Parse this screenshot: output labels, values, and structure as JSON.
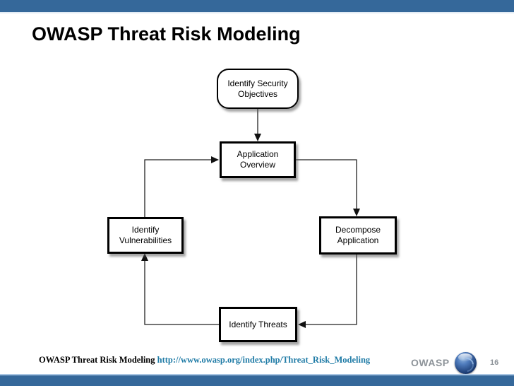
{
  "slide": {
    "title": "OWASP Threat Risk Modeling",
    "page_number": "16"
  },
  "diagram": {
    "type": "flowchart",
    "nodes": [
      {
        "id": "identify-security-objectives",
        "label": "Identify Security Objectives",
        "shape": "rounded-rectangle"
      },
      {
        "id": "application-overview",
        "label": "Application Overview",
        "shape": "rectangle"
      },
      {
        "id": "decompose-application",
        "label": "Decompose Application",
        "shape": "rectangle"
      },
      {
        "id": "identify-vulnerabilities",
        "label": "Identify Vulnerabilities",
        "shape": "rectangle"
      },
      {
        "id": "identify-threats",
        "label": "Identify Threats",
        "shape": "rectangle"
      }
    ],
    "edges": [
      {
        "from": "identify-security-objectives",
        "to": "application-overview"
      },
      {
        "from": "application-overview",
        "to": "decompose-application"
      },
      {
        "from": "decompose-application",
        "to": "identify-threats"
      },
      {
        "from": "identify-threats",
        "to": "identify-vulnerabilities"
      },
      {
        "from": "identify-vulnerabilities",
        "to": "application-overview"
      }
    ]
  },
  "footer": {
    "reference_label": "OWASP Threat Risk Modeling ",
    "reference_url": "http://www.owasp.org/index.php/Threat_Risk_Modeling",
    "brand": "OWASP",
    "logo_icon": "owasp-sphere-logo",
    "page_number": "16"
  },
  "colors": {
    "top_bar": "#35689A",
    "bottom_bar": "#35689A",
    "bottom_bar_accent": "#A9C6E3",
    "link_text": "#1F7BA6",
    "brand_text": "#8D9399",
    "title_text": "#000000",
    "node_border": "#000000",
    "node_fill": "#FFFFFF"
  }
}
